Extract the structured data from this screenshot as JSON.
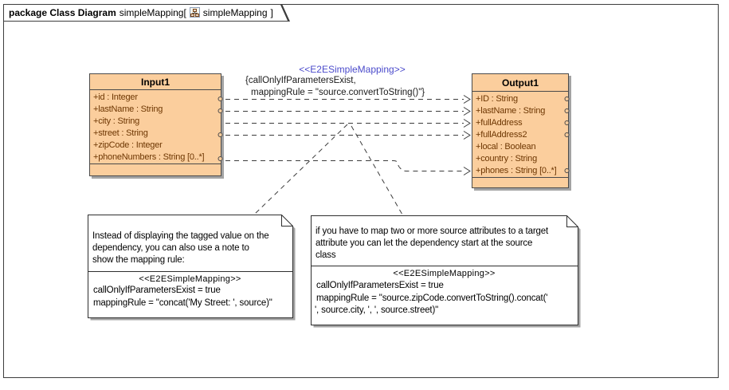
{
  "frame_tab": {
    "kind_label": "package Class Diagram",
    "package_name": "simpleMapping[",
    "diagram_name": "simpleMapping",
    "close_bracket": "]"
  },
  "classes": {
    "input1": {
      "title": "Input1",
      "attributes": [
        {
          "text": "+id : Integer",
          "port": true
        },
        {
          "text": "+lastName : String",
          "port": true
        },
        {
          "text": "+city : String",
          "port": false
        },
        {
          "text": "+street : String",
          "port": true
        },
        {
          "text": "+zipCode : Integer",
          "port": false
        },
        {
          "text": "+phoneNumbers : String [0..*]",
          "port": true
        }
      ]
    },
    "output1": {
      "title": "Output1",
      "attributes": [
        {
          "text": "+ID : String",
          "port": true
        },
        {
          "text": "+lastName : String",
          "port": true
        },
        {
          "text": "+fullAddress",
          "port": true
        },
        {
          "text": "+fullAddress2",
          "port": true
        },
        {
          "text": "+local : Boolean",
          "port": false
        },
        {
          "text": "+country : String",
          "port": false
        },
        {
          "text": "+phones : String [0..*]",
          "port": true
        }
      ]
    }
  },
  "dependency_label": {
    "stereotype": "<<E2ESimpleMapping>>",
    "tagged_values_line1": "{callOnlyIfParametersExist,",
    "tagged_values_line2": "mappingRule = \"source.convertToString()\"}"
  },
  "notes": {
    "left": {
      "body_line1": "Instead of displaying the tagged value on the",
      "body_line2": "dependency, you can also use a note to",
      "body_line3": "show the mapping rule:",
      "stereotype": "<<E2ESimpleMapping>>",
      "tag_line1": "callOnlyIfParametersExist = true",
      "tag_line2": "mappingRule = \"concat('My Street: ', source)\""
    },
    "right": {
      "body_line1": "if you have to map two or more source attributes to a target",
      "body_line2": "attribute you can let the dependency start at the source",
      "body_line3": "class",
      "stereotype": "<<E2ESimpleMapping>>",
      "tag_line1": "callOnlyIfParametersExist = true",
      "tag_line2": "mappingRule = \"source.zipCode.convertToString().concat('",
      "tag_line3": "', source.city, ', ', source.street)\""
    }
  },
  "colors": {
    "class_fill": "#fbce9d",
    "class_border": "#4a4a4a",
    "attribute_text": "#6e3703",
    "stereotype_blue": "#4b4bcb",
    "shadow_gray": "#a3a3a3",
    "connector_gray": "#3c3c3c",
    "note_fill": "#ffffff"
  }
}
